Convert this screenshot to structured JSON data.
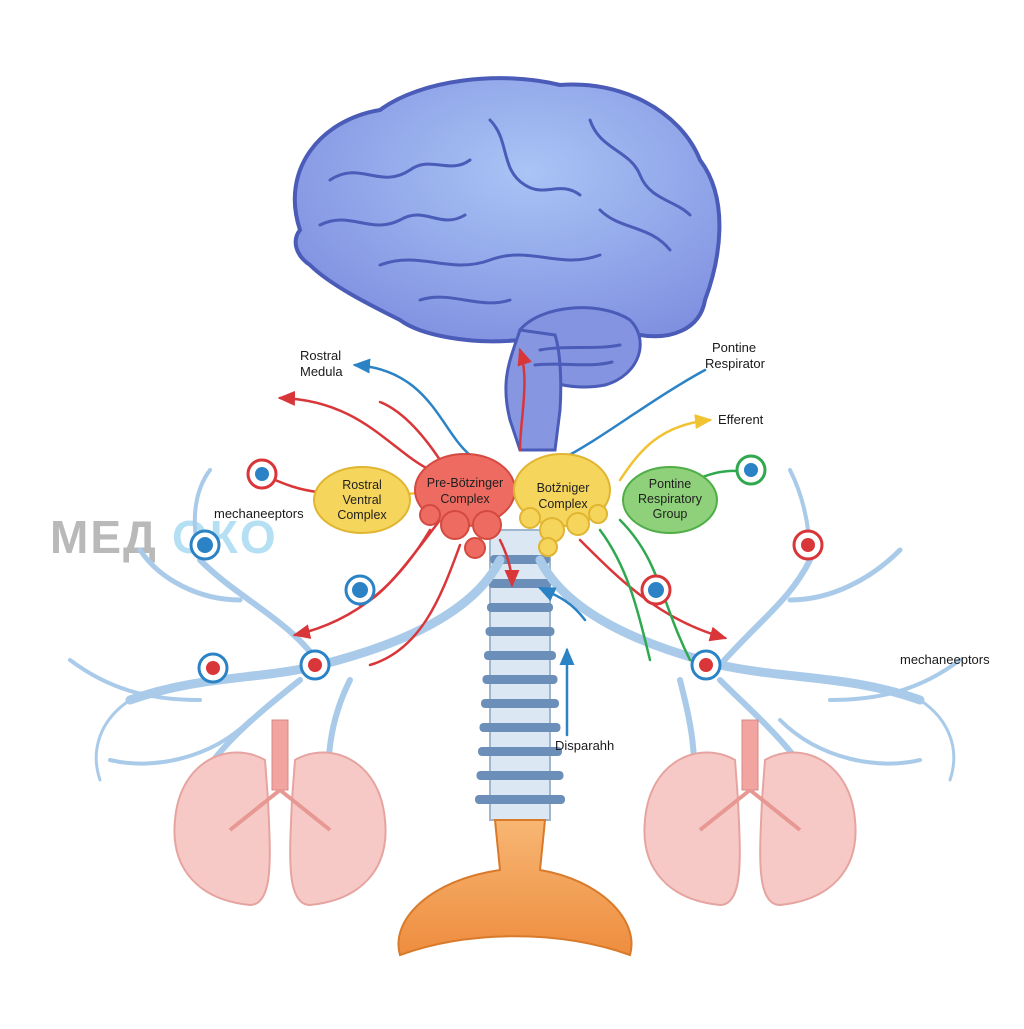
{
  "watermark": {
    "left": "МЕД",
    "right": "ОКО"
  },
  "labels": {
    "rostral_medula_1": "Rostral",
    "rostral_medula_2": "Medula",
    "pontine_respirator_1": "Pontine",
    "pontine_respirator_2": "Respirator",
    "efferent": "Efferent",
    "mechanoreceptors_left": "mechaneeptors",
    "mechanoreceptors_right": "mechaneeptors",
    "diaphragm": "Disparahh"
  },
  "nodes": {
    "rvc": {
      "line1": "Rostral",
      "line2": "Ventral",
      "line3": "Complex",
      "color": "#f6d55c"
    },
    "prebotzinger": {
      "line1": "Pre-Bötzinger",
      "line2": "Complex",
      "color": "#ee6b61"
    },
    "botzinger": {
      "line1": "Botžniger",
      "line2": "Complex",
      "color": "#f6d55c"
    },
    "prg": {
      "line1": "Pontine",
      "line2": "Respiratory",
      "line3": "Group",
      "color": "#8fd07a"
    }
  },
  "colors": {
    "brain": "#8fa5ea",
    "brain_outline": "#4a5bb8",
    "bronchi": "#a9cbe9",
    "lung": "#f7c9c6",
    "diaphragm": "#f4a35b",
    "trachea_ring": "#6c8fb9",
    "red": "#d9363a",
    "blue": "#2b83c6",
    "yellow": "#f1c232",
    "green": "#2fa84f"
  }
}
